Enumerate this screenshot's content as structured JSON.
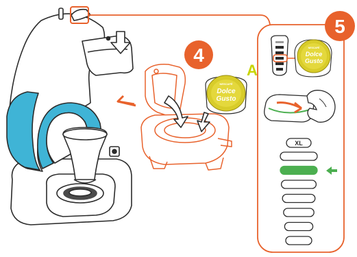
{
  "colors": {
    "accent": "#e8622c",
    "line": "#2b2b2b",
    "blue": "#3fb4d6",
    "green": "#4caf50",
    "capsule_yellow": "#d8cc2a",
    "callout_a": "#c8d400"
  },
  "steps": {
    "step4": "4",
    "step5": "5"
  },
  "callout": {
    "letter": "A"
  },
  "capsule": {
    "brand_small": "NESCAFÉ",
    "brand_line1": "Dolce",
    "brand_line2": "Gusto"
  },
  "panel": {
    "size_label": "XL",
    "level_count": 7,
    "selected_level": 1,
    "icons": [
      "level-gauge-icon",
      "capsule-icon",
      "hand-swipe-icon",
      "arrow-left-icon"
    ]
  }
}
